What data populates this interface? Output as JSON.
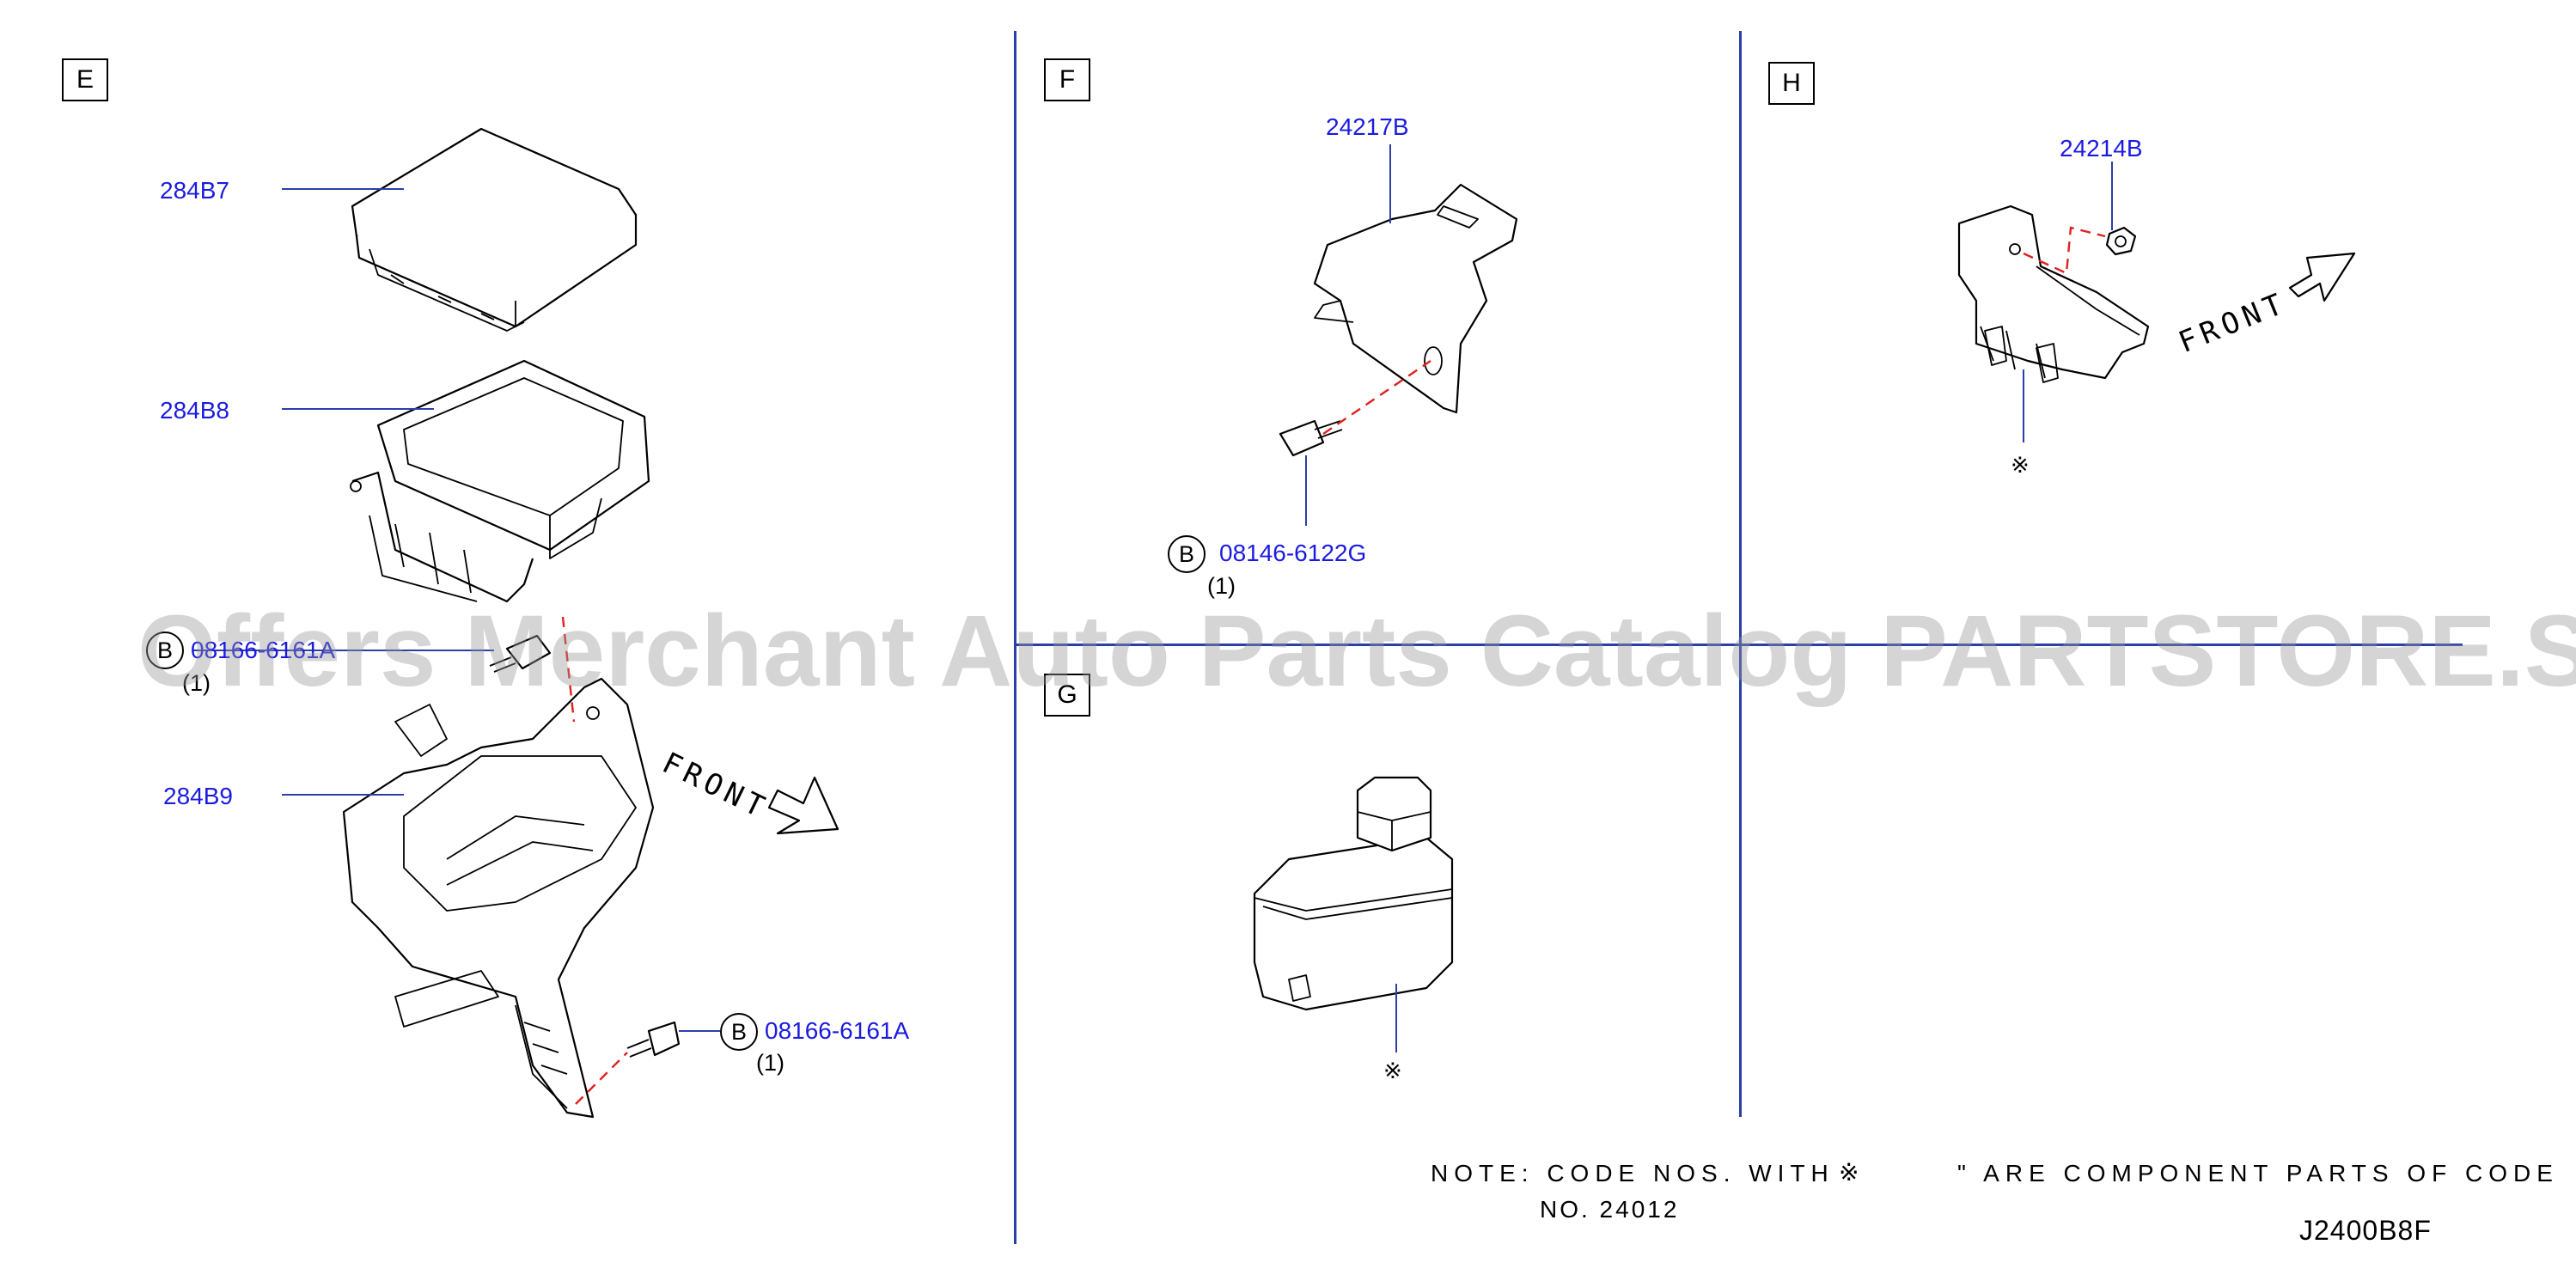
{
  "panels": {
    "E": {
      "letter": "E"
    },
    "F": {
      "letter": "F"
    },
    "G": {
      "letter": "G"
    },
    "H": {
      "letter": "H"
    }
  },
  "parts": {
    "p284B7": "284B7",
    "p284B8": "284B8",
    "p284B9": "284B9",
    "bolt_e_upper": "08166-6161A",
    "bolt_e_upper_qty": "(1)",
    "bolt_e_lower": "08166-6161A",
    "bolt_e_lower_qty": "(1)",
    "p24217B": "24217B",
    "bolt_f": "08146-6122G",
    "bolt_f_qty": "(1)",
    "p24214B": "24214B"
  },
  "bolt_symbol": "B",
  "front_label": "FRONT",
  "component_mark": "※",
  "note": {
    "line1_a": "NOTE: CODE NOS. WITH",
    "line1_mark": "※",
    "line1_b": "\" ARE COMPONENT PARTS OF CODE",
    "line2": "NO. 24012"
  },
  "diagram_code": "J2400B8F",
  "watermark": "Offers Merchant Auto Parts Catalog PARTSTORE.SA"
}
